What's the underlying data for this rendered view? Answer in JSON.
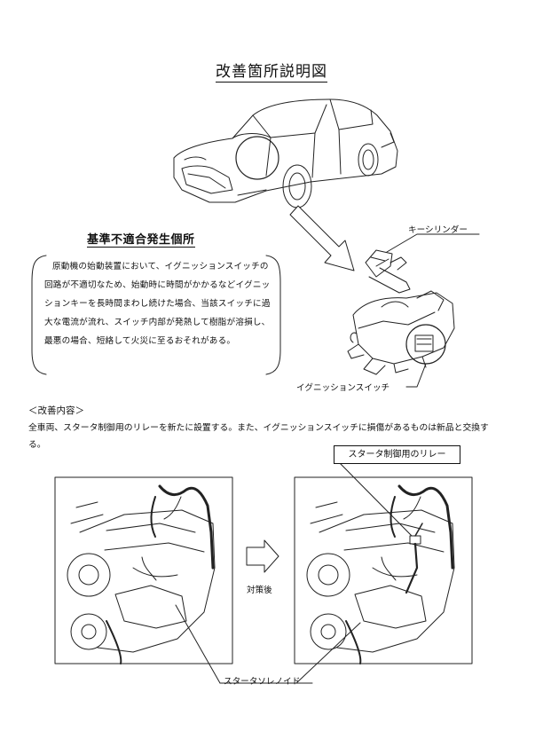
{
  "document": {
    "title": "改善箇所説明図"
  },
  "problem": {
    "heading": "基準不適合発生個所",
    "description": "原動機の始動装置において、イグニッションスイッチの回路が不適切なため、始動時に時間がかかるなどイグニッションキーを長時間まわし続けた場合、当該スイッチに過大な電流が流れ、スイッチ内部が発熱して樹脂が溶損し、最悪の場合、短絡して火災に至るおそれがある。"
  },
  "labels": {
    "key_cylinder": "キーシリンダー",
    "ignition_switch": "イグニッションスイッチ",
    "starter_relay": "スタータ制御用のリレー",
    "after_countermeasure": "対策後",
    "starter_solenoid": "スタータソレノイド"
  },
  "improvement": {
    "heading": "＜改善内容＞",
    "text": "全車両、スタータ制御用のリレーを新たに設置する。また、イグニッションスイッチに損傷があるものは新品と交換する。"
  }
}
